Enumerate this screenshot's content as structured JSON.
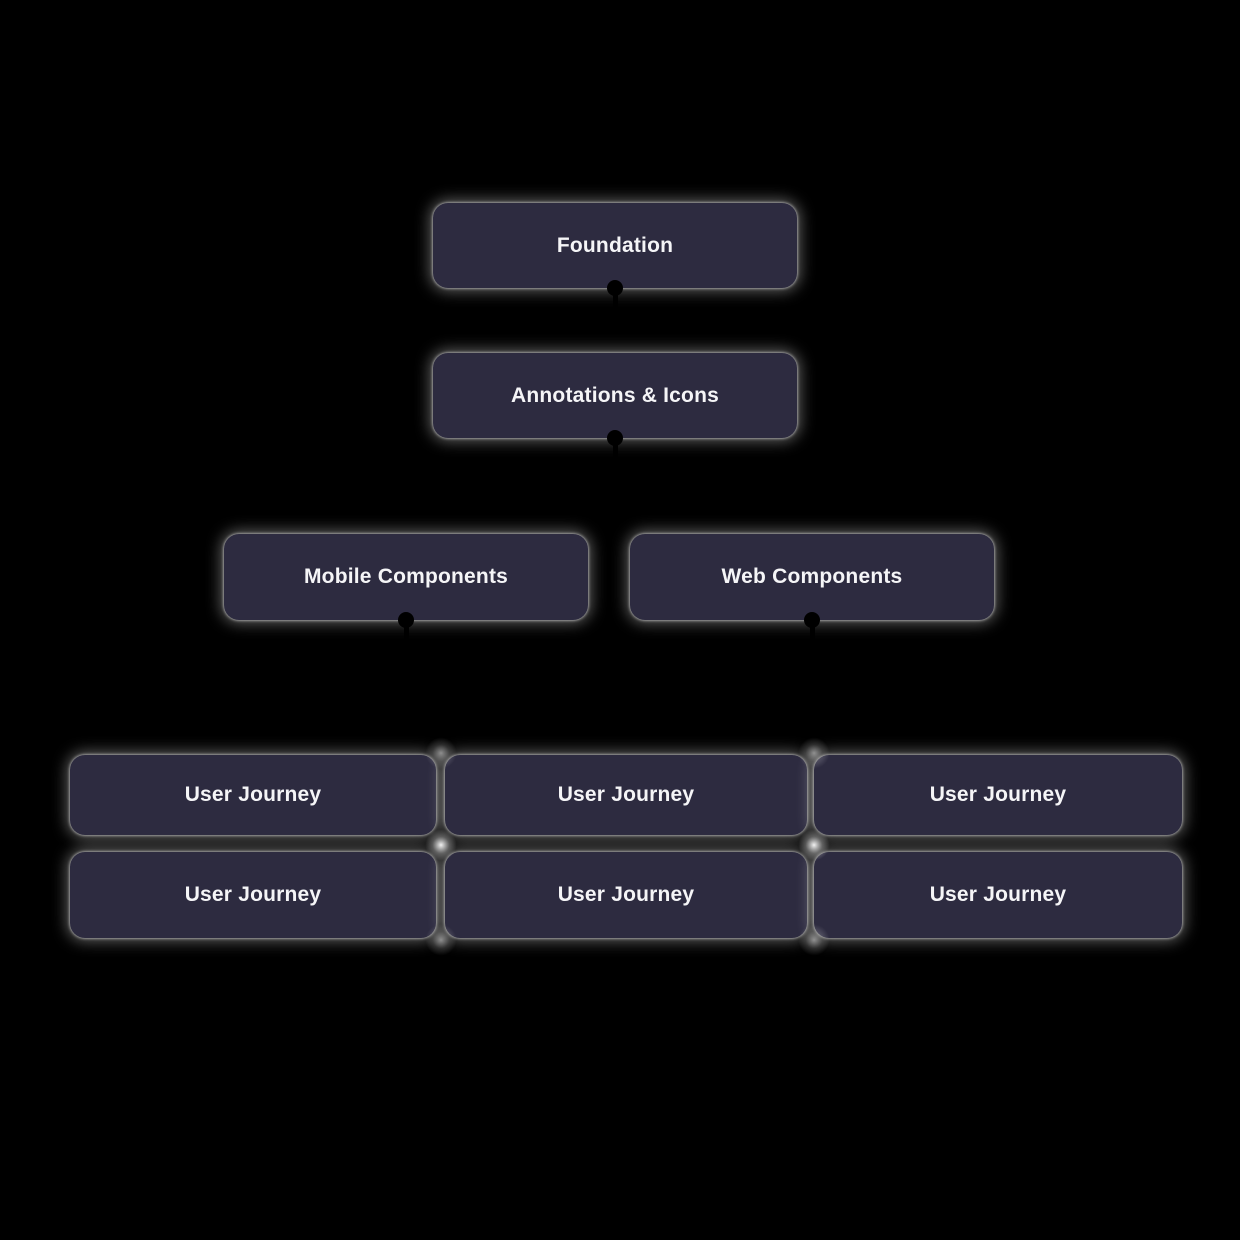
{
  "style": {
    "canvas_bg": "#000000",
    "node_fill": "#2d2b40",
    "node_text": "#f5f5f7",
    "glow": "#ffffff",
    "connector": "#000000"
  },
  "diagram": {
    "type": "flowchart",
    "nodes": [
      {
        "id": "foundation",
        "label": "Foundation",
        "level": 1,
        "has_bottom_port": true
      },
      {
        "id": "annotations-icons",
        "label": "Annotations & Icons",
        "level": 2,
        "has_bottom_port": true
      },
      {
        "id": "mobile-components",
        "label": "Mobile Components",
        "level": 3,
        "has_bottom_port": true
      },
      {
        "id": "web-components",
        "label": "Web Components",
        "level": 3,
        "has_bottom_port": true
      },
      {
        "id": "user-journey-1",
        "label": "User Journey",
        "level": 4,
        "has_bottom_port": false
      },
      {
        "id": "user-journey-2",
        "label": "User Journey",
        "level": 4,
        "has_bottom_port": false
      },
      {
        "id": "user-journey-3",
        "label": "User Journey",
        "level": 4,
        "has_bottom_port": false
      },
      {
        "id": "user-journey-4",
        "label": "User Journey",
        "level": 5,
        "has_bottom_port": false
      },
      {
        "id": "user-journey-5",
        "label": "User Journey",
        "level": 5,
        "has_bottom_port": false
      },
      {
        "id": "user-journey-6",
        "label": "User Journey",
        "level": 5,
        "has_bottom_port": false
      }
    ]
  }
}
